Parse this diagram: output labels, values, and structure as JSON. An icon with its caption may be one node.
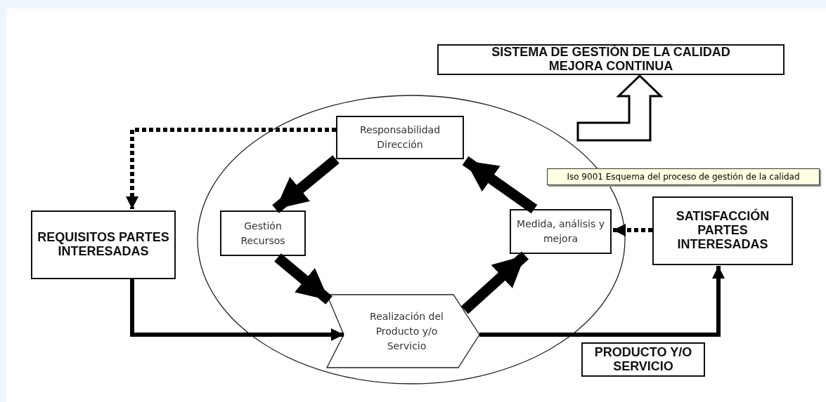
{
  "diagram": {
    "nodes": [
      {
        "text": [
          "SISTEMA DE GESTIÓN DE LA CALIDAD MEJORA CONTINUA"
        ]
      },
      {
        "text": [],
        "shape": "ellipse"
      },
      {
        "text": [
          "Responsabilidad Dirección"
        ],
        "in": 1
      },
      {
        "text": [
          "Iso 9001 Esquema del proceso de gestión de la calidad"
        ]
      },
      {
        "text": [
          "Gestión Recursos"
        ],
        "in": 1
      },
      {
        "text": [
          "REQUISITOS PARTES INTERESADAS"
        ]
      },
      {
        "text": [
          "Medida, análisis y mejora"
        ],
        "in": 1
      },
      {
        "text": [
          "SATISFACCIÓN PARTES INTERESADAS"
        ]
      },
      {
        "text": [
          "Realización del Producto y/o Servicio"
        ],
        "in": 1
      },
      {
        "text": [
          "PRODUCTO Y/O SERVICIO"
        ]
      }
    ],
    "edges": [
      {
        "from": 2,
        "to": 5,
        "arrow": "to",
        "style": "dashed"
      },
      {
        "from": 2,
        "to": 4,
        "arrow": "to",
        "style": "thick"
      },
      {
        "from": 4,
        "to": 8,
        "arrow": "to",
        "style": "thick"
      },
      {
        "from": 8,
        "to": 6,
        "arrow": "to",
        "style": "thick"
      },
      {
        "from": 6,
        "to": 2,
        "arrow": "to",
        "style": "thick"
      },
      {
        "from": 7,
        "to": 6,
        "arrow": "to",
        "style": "dashed"
      },
      {
        "from": 5,
        "to": 8,
        "arrow": "to"
      },
      {
        "from": 8,
        "to": 7,
        "arrow": "to"
      },
      {
        "from": 1,
        "to": 0,
        "arrow": "to"
      }
    ]
  }
}
